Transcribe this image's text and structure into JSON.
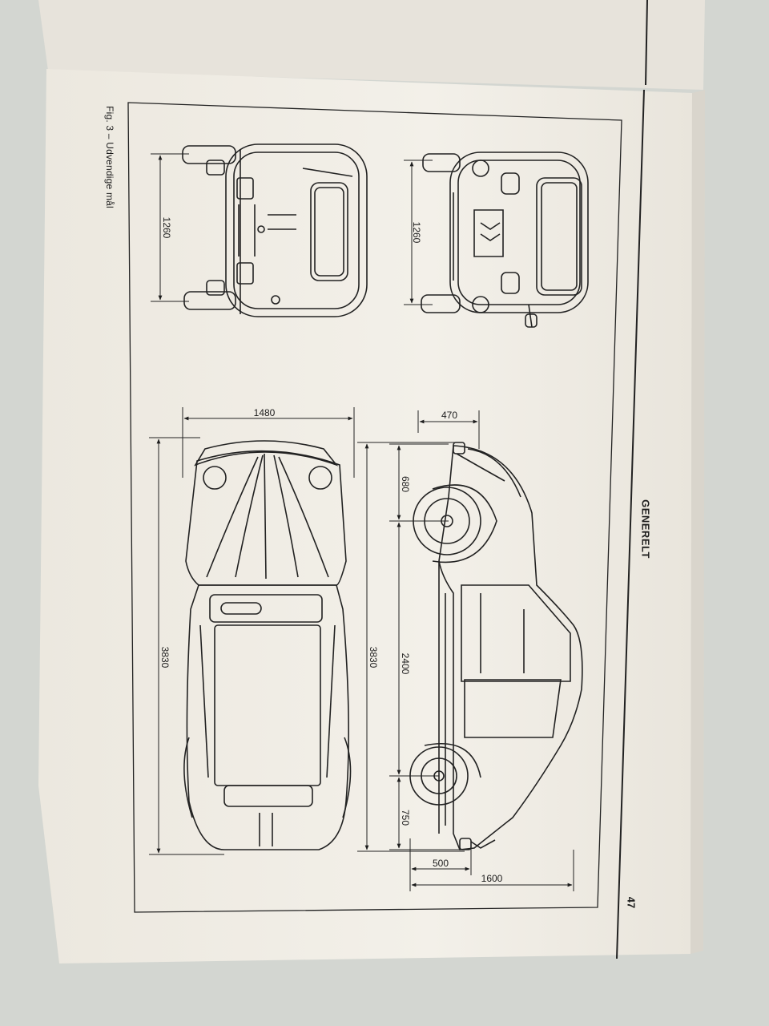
{
  "book": {
    "figure_caption": "Fig. 3 – Udvendige mål",
    "section_title": "GENERELT",
    "page_number": "47"
  },
  "views": {
    "rear_view": {
      "track_width": "1260"
    },
    "front_view": {
      "track_width": "1260"
    },
    "top_view": {
      "overall_width": "1480",
      "overall_length": "3830"
    },
    "side_view": {
      "roof_to_front": "470",
      "overall_length": "3830",
      "front_overhang": "680",
      "wheelbase": "2400",
      "rear_overhang": "750",
      "base_offset": "500",
      "overall_height": "1600"
    }
  },
  "colors": {
    "background": "#d3d6d1",
    "paper": "#f1eee7",
    "ink": "#1c1c1c"
  }
}
